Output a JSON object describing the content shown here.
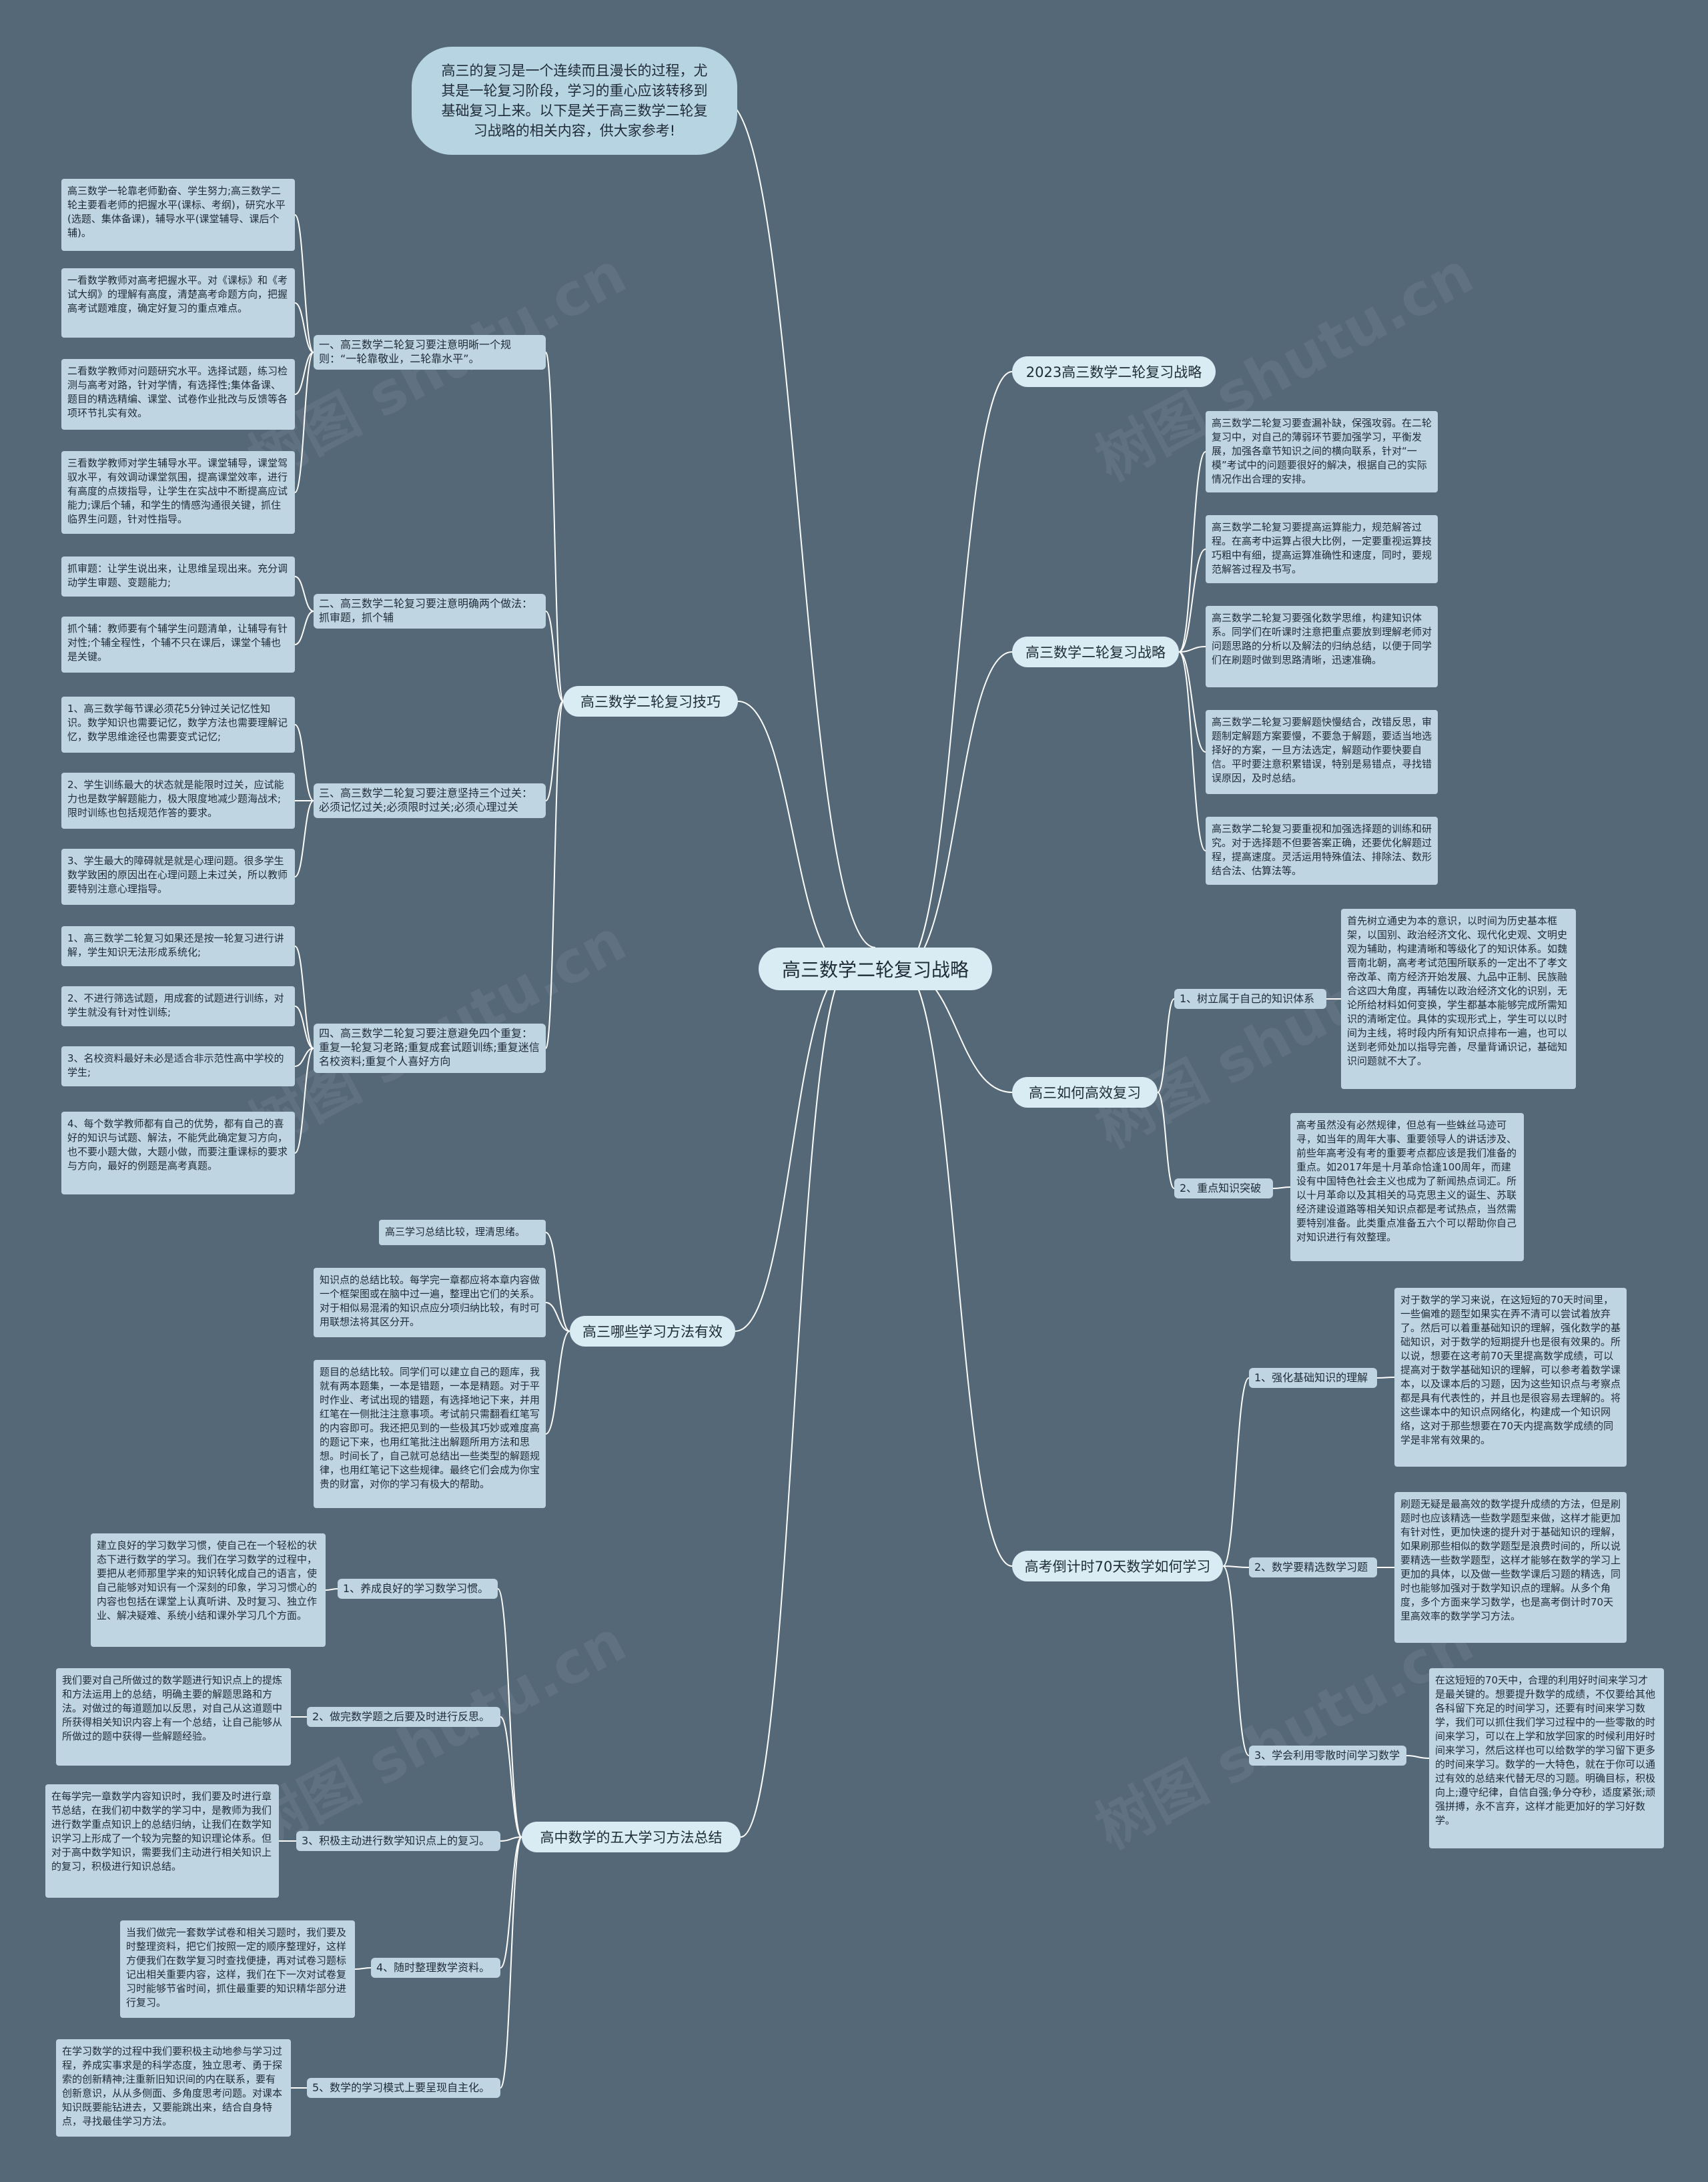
{
  "watermark": "树图 shutu.cn",
  "root": "高三数学二轮复习战略",
  "intro": "高三的复习是一个连续而且漫长的过程，尤其是一轮复习阶段，学习的重心应该转移到基础复习上来。以下是关于高三数学二轮复习战略的相关内容，供大家参考!",
  "right": {
    "strategy_2023": {
      "title": "2023高三数学二轮复习战略"
    },
    "strategy": {
      "title": "高三数学二轮复习战略",
      "items": [
        "高三数学二轮复习要查漏补缺，保强攻弱。在二轮复习中，对自己的薄弱环节要加强学习，平衡发展，加强各章节知识之间的横向联系，针对“一模”考试中的问题要很好的解决，根据自己的实际情况作出合理的安排。",
        "高三数学二轮复习要提高运算能力，规范解答过程。在高考中运算占很大比例，一定要重视运算技巧粗中有细，提高运算准确性和速度，同时，要规范解答过程及书写。",
        "高三数学二轮复习要强化数学思维，构建知识体系。同学们在听课时注意把重点要放到理解老师对问题思路的分析以及解法的归纳总结，以便于同学们在刷题时做到思路清晰，迅速准确。",
        "高三数学二轮复习要解题快慢结合，改错反思，审题制定解题方案要慢，不要急于解题，要适当地选择好的方案，一旦方法选定，解题动作要快要自信。平时要注意积累错误，特别是易错点，寻找错误原因，及时总结。",
        "高三数学二轮复习要重视和加强选择题的训练和研究。对于选择题不但要答案正确，还要优化解题过程，提高速度。灵活运用特殊值法、排除法、数形结合法、估算法等。"
      ]
    },
    "efficient": {
      "title": "高三如何高效复习",
      "subs": [
        {
          "label": "1、树立属于自己的知识体系",
          "text": "首先树立通史为本的意识，以时间为历史基本框架，以国别、政治经济文化、现代化史观、文明史观为辅助，构建清晰和等级化了的知识体系。如魏晋南北朝，高考考试范围所联系的一定出不了孝文帝改革、南方经济开始发展、九品中正制、民族融合这四大角度，再辅佐以政治经济文化的识别，无论所给材料如何变换，学生都基本能够完成所需知识的清晰定位。具体的实现形式上，学生可以以时间为主线，将时段内所有知识点排布一遍，也可以送到老师处加以指导完善，尽量背诵识记，基础知识问题就不大了。"
        },
        {
          "label": "2、重点知识突破",
          "text": "高考虽然没有必然规律，但总有一些蛛丝马迹可寻，如当年的周年大事、重要领导人的讲话涉及、前些年高考没有考的重要考点都应该是我们准备的重点。如2017年是十月革命恰逢100周年，而建设有中国特色社会主义也成为了新闻热点词汇。所以十月革命以及其相关的马克思主义的诞生、苏联经济建设道路等相关知识点都是考试热点，当然需要特别准备。此类重点准备五六个可以帮助你自己对知识进行有效整理。"
        }
      ]
    },
    "countdown": {
      "title": "高考倒计时70天数学如何学习",
      "subs": [
        {
          "label": "1、强化基础知识的理解",
          "text": "对于数学的学习来说，在这短短的70天时间里，一些偏难的题型如果实在弄不清可以尝试着放弃了。然后可以着重基础知识的理解，强化数学的基础知识，对于数学的短期提升也是很有效果的。所以说，想要在这考前70天里提高数学成绩，可以提高对于数学基础知识的理解，可以参考着数学课本，以及课本后的习题，因为这些知识点与考察点都是具有代表性的，并且也是很容易去理解的。将这些课本中的知识点网络化，构建成一个知识网络，这对于那些想要在70天内提高数学成绩的同学是非常有效果的。"
        },
        {
          "label": "2、数学要精选数学习题",
          "text": "刷题无疑是最高效的数学提升成绩的方法，但是刷题时也应该精选一些数学题型来做，这样才能更加有针对性，更加快速的提升对于基础知识的理解，如果刷那些相似的数学题型是浪费时间的，所以说要精选一些数学题型，这样才能够在数学的学习上更加的具体，以及做一些数学课后习题的精选，同时也能够加强对于数学知识点的理解。从多个角度，多个方面来学习数学，也是高考倒计时70天里高效率的数学学习方法。"
        },
        {
          "label": "3、学会利用零散时间学习数学",
          "text": "在这短短的70天中，合理的利用好时间来学习才是最关键的。想要提升数学的成绩，不仅要给其他各科留下充足的时间学习，还要有时间来学习数学，我们可以抓住我们学习过程中的一些零散的时间来学习，可以在上学和放学回家的时候利用好时间来学习，然后这样也可以给数学的学习留下更多的时间来学习。数学的一大特色，就在于你可以通过有效的总结来代替无尽的习题。明确目标，积极向上;遵守纪律，自信自强;争分夺秒，适度紧张;顽强拼搏，永不言弃，这样才能更加好的学习好数学。"
        }
      ]
    }
  },
  "left": {
    "techniques": {
      "title": "高三数学二轮复习技巧",
      "groups": [
        {
          "label": "一、高三数学二轮复习要注意明晰一个规则：“一轮靠敬业，二轮靠水平”。",
          "leaves": [
            "高三数学一轮靠老师勤奋、学生努力;高三数学二轮主要看老师的把握水平(课标、考纲)，研究水平(选题、集体备课)，辅导水平(课堂辅导、课后个辅)。",
            "一看数学教师对高考把握水平。对《课标》和《考试大纲》的理解有高度，清楚高考命题方向，把握高考试题难度，确定好复习的重点难点。",
            "二看数学教师对问题研究水平。选择试题，练习检测与高考对路，针对学情，有选择性;集体备课、题目的精选精编、课堂、试卷作业批改与反馈等各项环节扎实有效。",
            "三看数学教师对学生辅导水平。课堂辅导，课堂驾驭水平，有效调动课堂氛围，提高课堂效率，进行有高度的点拨指导，让学生在实战中不断提高应试能力;课后个辅，和学生的情感沟通很关键，抓住临界生问题，针对性指导。"
          ]
        },
        {
          "label": "二、高三数学二轮复习要注意明确两个做法：抓审题，抓个辅",
          "leaves": [
            "抓审题：让学生说出来，让思维呈现出来。充分调动学生审题、变题能力;",
            "抓个辅：教师要有个辅学生问题清单，让辅导有针对性;个辅全程性，个辅不只在课后，课堂个辅也是关键。"
          ]
        },
        {
          "label": "三、高三数学二轮复习要注意坚持三个过关：必须记忆过关;必须限时过关;必须心理过关",
          "leaves": [
            "1、高三数学每节课必须花5分钟过关记忆性知识。数学知识也需要记忆，数学方法也需要理解记忆，数学思维途径也需要变式记忆;",
            "2、学生训练最大的状态就是能限时过关，应试能力也是数学解题能力，极大限度地减少题海战术;限时训练也包括规范作答的要求。",
            "3、学生最大的障碍就是就是心理问题。很多学生数学致困的原因出在心理问题上未过关，所以教师要特别注意心理指导。"
          ]
        },
        {
          "label": "四、高三数学二轮复习要注意避免四个重复：重复一轮复习老路;重复成套试题训练;重复迷信名校资料;重复个人喜好方向",
          "leaves": [
            "1、高三数学二轮复习如果还是按一轮复习进行讲解，学生知识无法形成系统化;",
            "2、不进行筛选试题，用成套的试题进行训练，对学生就没有针对性训练;",
            "3、名校资料最好未必是适合非示范性高中学校的学生;",
            "4、每个数学教师都有自己的优势，都有自己的喜好的知识与试题、解法，不能凭此确定复习方向，也不要小题大做，大题小做，而要注重课标的要求与方向，最好的例题是高考真题。"
          ]
        }
      ]
    },
    "methods": {
      "title": "高三哪些学习方法有效",
      "leaves": [
        "高三学习总结比较，理清思绪。",
        "知识点的总结比较。每学完一章都应将本章内容做一个框架图或在脑中过一遍，整理出它们的关系。对于相似易混淆的知识点应分项归纳比较，有时可用联想法将其区分开。",
        "题目的总结比较。同学们可以建立自己的题库，我就有两本题集，一本是错题，一本是精题。对于平时作业、考试出现的错题，有选择地记下来，并用红笔在一侧批注注意事项。考试前只需翻看红笔写的内容即可。我还把见到的一些极其巧妙或难度高的题记下来，也用红笔批注出解题所用方法和思想。时间长了，自己就可总结出一些类型的解题规律，也用红笔记下这些规律。最终它们会成为你宝贵的财富，对你的学习有极大的帮助。"
      ]
    },
    "five": {
      "title": "高中数学的五大学习方法总结",
      "subs": [
        {
          "label": "1、养成良好的学习数学习惯。",
          "text": "建立良好的学习数学习惯，使自己在一个轻松的状态下进行数学的学习。我们在学习数学的过程中，要把从老师那里学来的知识转化成自己的语言，使自己能够对知识有一个深刻的印象，学习习惯心的内容也包括在课堂上认真听讲、及时复习、独立作业、解决疑难、系统小结和课外学习几个方面。"
        },
        {
          "label": "2、做完数学题之后要及时进行反思。",
          "text": "我们要对自己所做过的数学题进行知识点上的提炼和方法运用上的总结，明确主要的解题思路和方法。对做过的每道题加以反思，对自己从这道题中所获得相关知识内容上有一个总结，让自己能够从所做过的题中获得一些解题经验。"
        },
        {
          "label": "3、积极主动进行数学知识点上的复习。",
          "text": "在每学完一章数学内容知识时，我们要及时进行章节总结，在我们初中数学的学习中，是教师为我们进行数学重点知识上的总结归纳，让我们在数学知识学习上形成了一个较为完整的知识理论体系。但对于高中数学知识，需要我们主动进行相关知识上的复习，积极进行知识总结。"
        },
        {
          "label": "4、随时整理数学资料。",
          "text": "当我们做完一套数学试卷和相关习题时，我们要及时整理资料，把它们按照一定的顺序整理好，这样方便我们在数学复习时查找便捷，再对试卷习题标记出相关重要内容，这样，我们在下一次对试卷复习时能够节省时间，抓住最重要的知识精华部分进行复习。"
        },
        {
          "label": "5、数学的学习模式上要呈现自主化。",
          "text": "在学习数学的过程中我们要积极主动地参与学习过程，养成实事求是的科学态度，独立思考、勇于探索的创新精神;注重新旧知识间的内在联系，要有创新意识，从从多侧面、多角度思考问题。对课本知识既要能钻进去，又要能跳出来，结合自身特点，寻找最佳学习方法。"
        }
      ]
    }
  }
}
